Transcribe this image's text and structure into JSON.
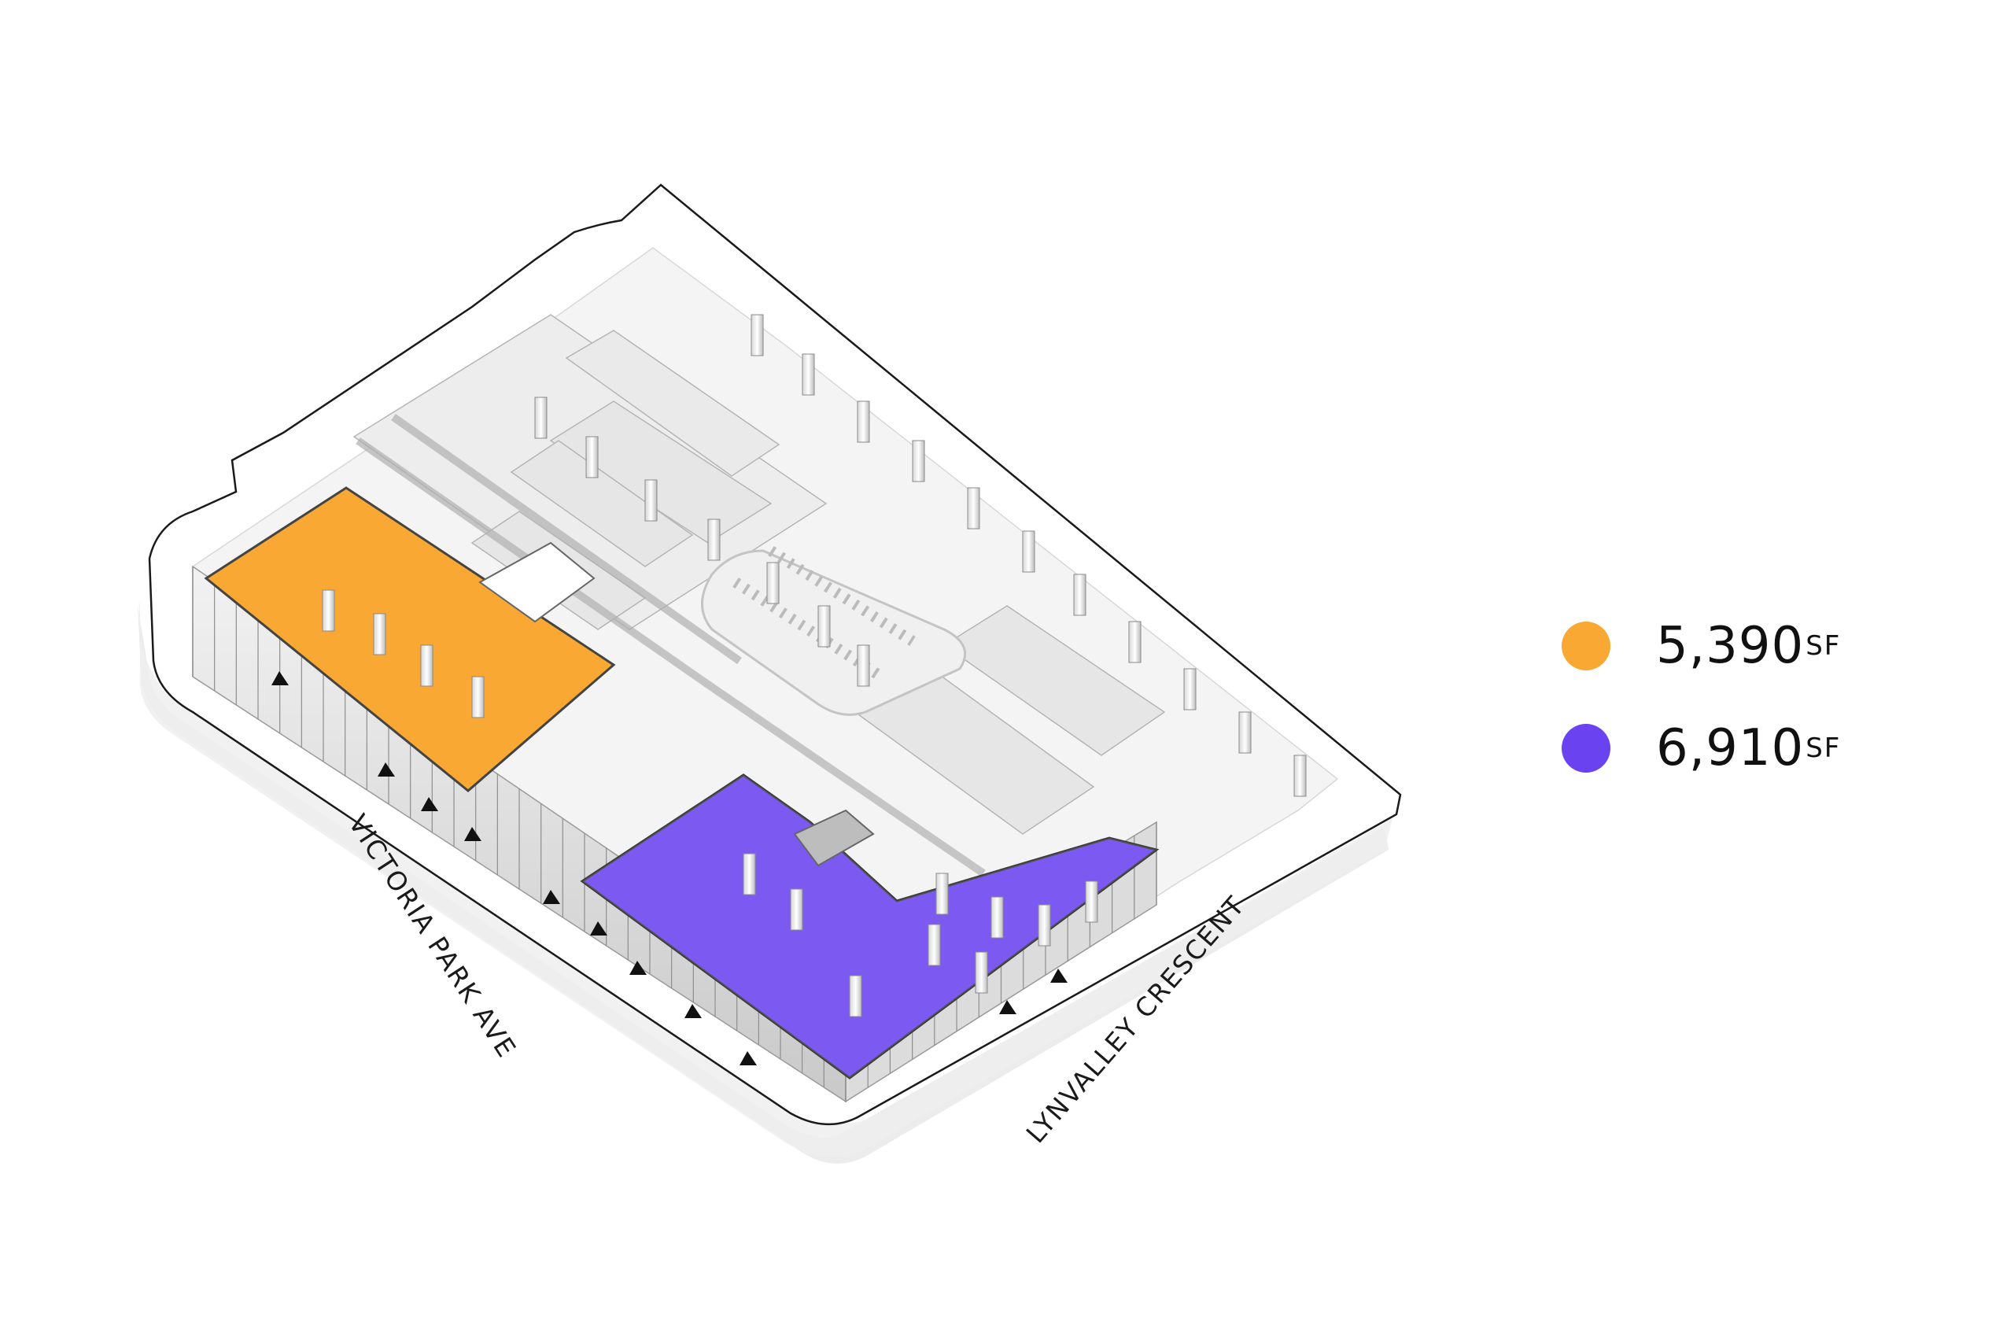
{
  "streets": {
    "west": "VICTORIA PARK AVE",
    "south": "LYNVALLEY CRESCENT"
  },
  "legend": [
    {
      "color": "#F8A833",
      "value": "5,390",
      "unit": "SF"
    },
    {
      "color": "#6A42F0",
      "value": "6,910",
      "unit": "SF"
    }
  ],
  "units": [
    {
      "color": "#F8A833",
      "area_sf": 5390
    },
    {
      "color": "#6A42F0",
      "area_sf": 6910
    }
  ]
}
